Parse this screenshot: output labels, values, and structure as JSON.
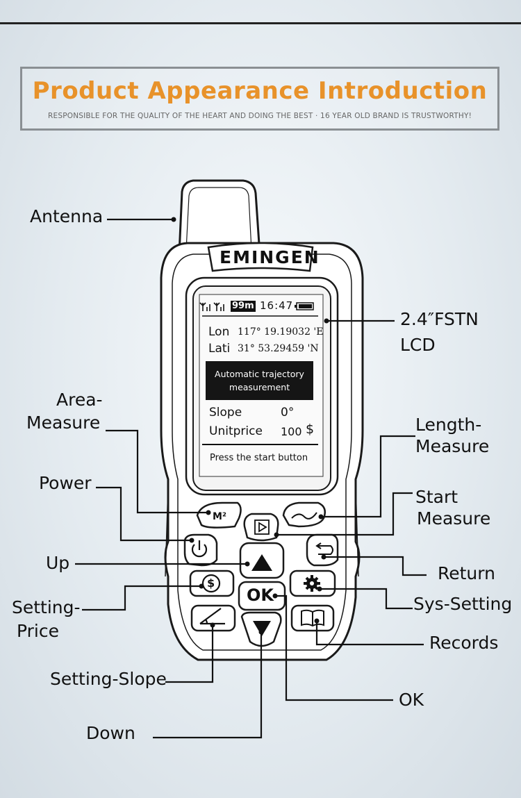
{
  "banner": {
    "title": "Product Appearance Introduction",
    "subtitle": "RESPONSIBLE FOR THE QUALITY OF THE HEART AND DOING THE BEST · 16 YEAR OLD BRAND IS TRUSTWORTHY!"
  },
  "device": {
    "brand": "EMINGEN",
    "status": {
      "altitude": "99m",
      "time": "16:47"
    },
    "lon_label": "Lon",
    "lon_value": "117° 19.19032 'E",
    "lat_label": "Lati",
    "lat_value": "31° 53.29459 'N",
    "mode_line1": "Automatic trajectory",
    "mode_line2": "measurement",
    "slope_label": "Slope",
    "slope_value": "0°",
    "price_label": "Unitprice",
    "price_value": "100",
    "price_unit": "$",
    "hint": "Press the start button",
    "ok_label": "OK",
    "area_key": "M²"
  },
  "labels": {
    "antenna": "Antenna",
    "lcd_line1": "2.4″FSTN",
    "lcd_line2": "LCD",
    "area_line1": "Area-",
    "area_line2": "Measure",
    "length_line1": "Length-",
    "length_line2": "Measure",
    "power": "Power",
    "start_line1": "Start",
    "start_line2": "Measure",
    "up": "Up",
    "return": "Return",
    "price_line1": "Setting-",
    "price_line2": "Price",
    "sys": "Sys-Setting",
    "records": "Records",
    "slope": "Setting-Slope",
    "ok": "OK",
    "down": "Down"
  }
}
